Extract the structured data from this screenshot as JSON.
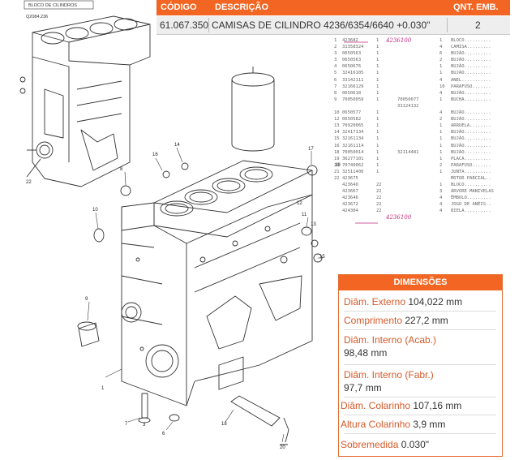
{
  "drawing": {
    "inset_caption_1": "BLOCO DE CILINDROS",
    "inset_caption_2": "Q2084.236",
    "callouts": [
      "22",
      "16",
      "14",
      "17",
      "19",
      "15",
      "8",
      "10",
      "11",
      "12",
      "13",
      "9",
      "6",
      "1",
      "3",
      "7",
      "20",
      "18"
    ]
  },
  "product_table": {
    "headers": {
      "code": "CÓDIGO",
      "description": "DESCRIÇÃO",
      "qty": "QNT. EMB."
    },
    "row": {
      "code": "61.067.350",
      "description": "CAMISAS DE CILINDRO 4236/6354/6640 +0.030\"",
      "qty": "2"
    }
  },
  "parts_list": {
    "rows": [
      {
        "n": "1",
        "code": "423682",
        "qty": "1",
        "sub": "",
        "ref": "",
        "q2": "1",
        "desc": "BLOCO.........."
      },
      {
        "n": "2",
        "code": "31358324",
        "qty": "1",
        "sub": "",
        "ref": "",
        "q2": "4",
        "desc": "CAMISA........."
      },
      {
        "n": "3",
        "code": "0650563",
        "qty": "1",
        "sub": "",
        "ref": "",
        "q2": "6",
        "desc": "BUJÃO.........."
      },
      {
        "n": "3",
        "code": "0650563",
        "qty": "1",
        "sub": "",
        "ref": "",
        "q2": "2",
        "desc": "BUJÃO.........."
      },
      {
        "n": "4",
        "code": "0650676",
        "qty": "1",
        "sub": "",
        "ref": "",
        "q2": "1",
        "desc": "BUJÃO.........."
      },
      {
        "n": "5",
        "code": "32416105",
        "qty": "1",
        "sub": "",
        "ref": "",
        "q2": "1",
        "desc": "BUJÃO.........."
      },
      {
        "n": "6",
        "code": "33142111",
        "qty": "1",
        "sub": "",
        "ref": "",
        "q2": "4",
        "desc": "ANEL..........."
      },
      {
        "n": "7",
        "code": "32166129",
        "qty": "1",
        "sub": "",
        "ref": "",
        "q2": "10",
        "desc": "PARAFUSO......."
      },
      {
        "n": "8",
        "code": "0650618",
        "qty": "1",
        "sub": "",
        "ref": "",
        "q2": "4",
        "desc": "BUJÃO.........."
      },
      {
        "n": "9",
        "code": "70050059",
        "qty": "1",
        "sub": "70050077",
        "ref": "",
        "q2": "1",
        "desc": "BUCHA.........."
      },
      {
        "n": "",
        "code": "",
        "qty": "",
        "sub": "31124132",
        "ref": "",
        "q2": "",
        "desc": ""
      },
      {
        "n": "10",
        "code": "0650577",
        "qty": "1",
        "sub": "",
        "ref": "",
        "q2": "4",
        "desc": "BUJÃO.........."
      },
      {
        "n": "12",
        "code": "0650582",
        "qty": "1",
        "sub": "",
        "ref": "",
        "q2": "2",
        "desc": "BUJÃO.........."
      },
      {
        "n": "13",
        "code": "70920065",
        "qty": "1",
        "sub": "",
        "ref": "",
        "q2": "1",
        "desc": "ARRUELA........"
      },
      {
        "n": "14",
        "code": "32417134",
        "qty": "1",
        "sub": "",
        "ref": "",
        "q2": "1",
        "desc": "BUJÃO.........."
      },
      {
        "n": "15",
        "code": "32161134",
        "qty": "1",
        "sub": "",
        "ref": "",
        "q2": "1",
        "desc": "BUJÃO.........."
      },
      {
        "n": "16",
        "code": "32161114",
        "qty": "1",
        "sub": "",
        "ref": "",
        "q2": "1",
        "desc": "BUJÃO.........."
      },
      {
        "n": "18",
        "code": "70050014",
        "qty": "1",
        "sub": "32114481",
        "ref": "",
        "q2": "1",
        "desc": "BUJÃO.........."
      },
      {
        "n": "19",
        "code": "36277101",
        "qty": "1",
        "sub": "",
        "ref": "",
        "q2": "1",
        "desc": "PLACA.........."
      },
      {
        "n": "20",
        "code": "70740062",
        "qty": "1",
        "sub": "",
        "ref": "",
        "q2": "2",
        "desc": "PARAFUSO......."
      },
      {
        "n": "21",
        "code": "32511400",
        "qty": "1",
        "sub": "",
        "ref": "",
        "q2": "1",
        "desc": "JUNTA.........."
      },
      {
        "n": "22",
        "code": "423675",
        "qty": "",
        "sub": "",
        "ref": "",
        "q2": "",
        "desc": "MOTOR PARCIAL.."
      },
      {
        "n": "",
        "code": "423640",
        "qty": "22",
        "sub": "",
        "ref": "",
        "q2": "1",
        "desc": "BLOCO.........."
      },
      {
        "n": "",
        "code": "423667",
        "qty": "22",
        "sub": "",
        "ref": "",
        "q2": "3",
        "desc": "ÁRVORE MANIVELAS"
      },
      {
        "n": "",
        "code": "423646",
        "qty": "22",
        "sub": "",
        "ref": "",
        "q2": "4",
        "desc": "ÊMBOLO........."
      },
      {
        "n": "",
        "code": "423672",
        "qty": "22",
        "sub": "",
        "ref": "",
        "q2": "4",
        "desc": "JOGO DE ANÉIS.."
      },
      {
        "n": "",
        "code": "424304",
        "qty": "22",
        "sub": "",
        "ref": "",
        "q2": "4",
        "desc": "BIELA.........."
      }
    ],
    "handwritten_1": "4236100",
    "handwritten_2": "4236100"
  },
  "dimensions": {
    "title": "DIMENSÕES",
    "items": [
      {
        "label": "Diâm. Externo",
        "value": "104,022 mm"
      },
      {
        "label": "Comprimento",
        "value": "227,2 mm"
      },
      {
        "label": "Diâm. Interno (Acab.)",
        "value": "98,48 mm"
      },
      {
        "label": "Diâm. Interno (Fabr.)",
        "value": "97,7 mm"
      },
      {
        "label": "Diâm. Colarinho",
        "value": "107,16 mm"
      },
      {
        "label": "Altura Colarinho",
        "value": "3,9 mm"
      },
      {
        "label": "Sobremedida",
        "value": "0.030\""
      }
    ]
  },
  "colors": {
    "accent": "#f26522",
    "label": "#d45a2a",
    "row_bg": "#eeeeee"
  }
}
